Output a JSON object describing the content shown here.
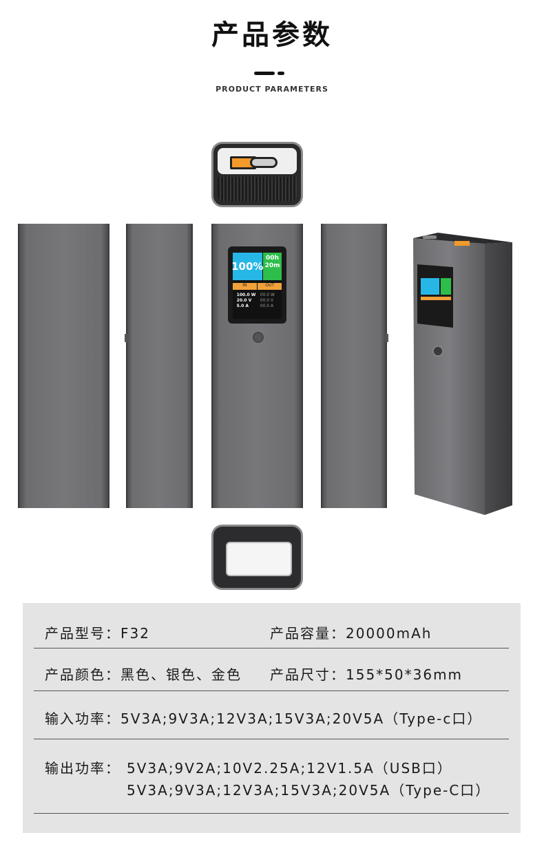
{
  "header": {
    "title": "产品参数",
    "subtitle": "PRODUCT PARAMETERS"
  },
  "screen": {
    "percent": "100%",
    "time_line1": "00h",
    "time_line2": "20m",
    "in_label": "IN",
    "out_label": "OUT",
    "in_values": [
      "100.0 W",
      "20.0 V",
      "5.0 A"
    ],
    "out_values": [
      "00.0 W",
      "00.0 V",
      "00.0 A"
    ]
  },
  "colors": {
    "shell": "#77777a",
    "battery_display": "#27b7e6",
    "time_display": "#2ebe4b",
    "io_bar": "#f1a13a",
    "usb_a_port": "#f39a2a"
  },
  "specs": {
    "model": "产品型号：F32",
    "capacity": "产品容量：20000mAh",
    "color": "产品颜色：黑色、银色、金色",
    "size": "产品尺寸：155*50*36mm",
    "input": "输入功率：5V3A;9V3A;12V3A;15V3A;20V5A（Type-c口）",
    "output_label": "输出功率：",
    "output_line1": "5V3A;9V2A;10V2.25A;12V1.5A（USB口）",
    "output_line2": "5V3A;9V3A;12V3A;15V3A;20V5A（Type-C口）"
  }
}
